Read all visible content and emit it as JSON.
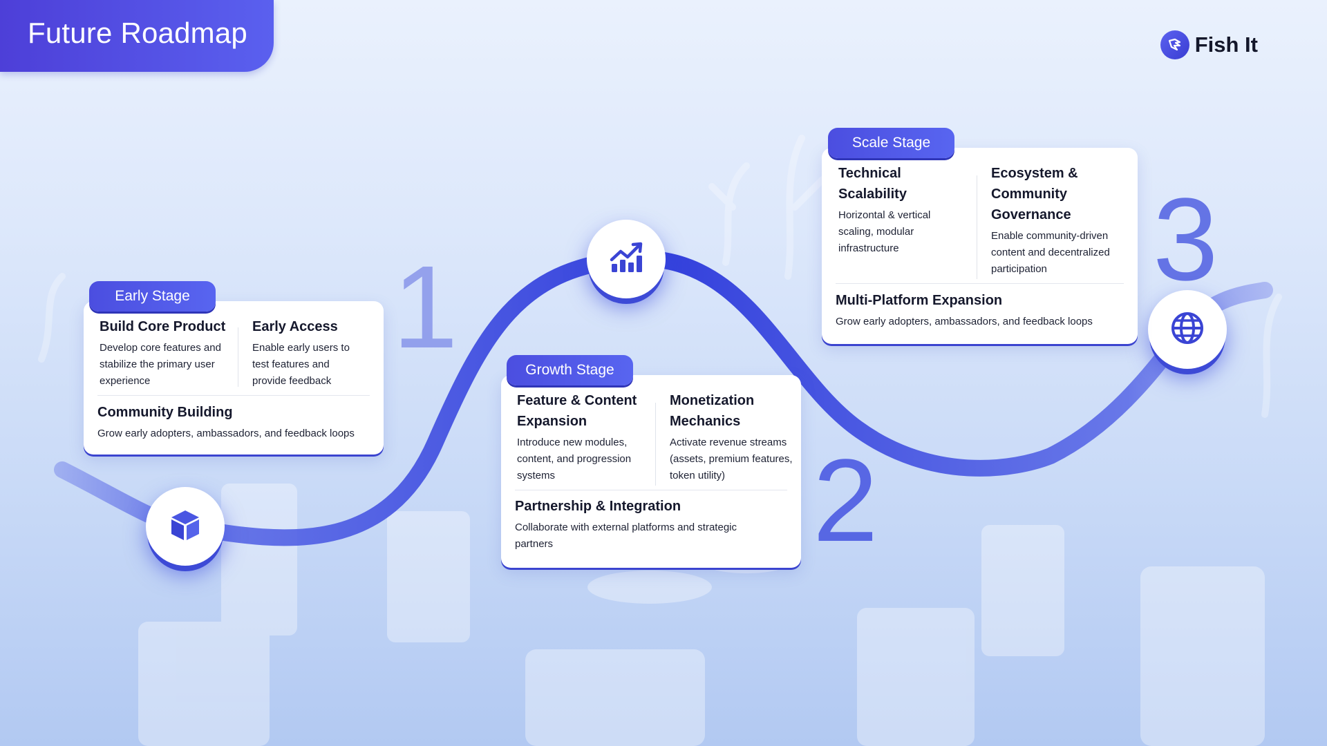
{
  "header": {
    "title": "Future Roadmap"
  },
  "brand": {
    "name": "Fish It",
    "icon": "fish-logo-icon"
  },
  "colors": {
    "accent": "#4a56e2",
    "accent_dark": "#2f3ad0",
    "card_bg": "#ffffff",
    "text": "#15182c"
  },
  "stages": [
    {
      "label": "Early Stage",
      "number": "1",
      "icon": "cube-icon",
      "items": [
        {
          "title": "Build Core Product",
          "desc": "Develop core features and stabilize the primary user experience"
        },
        {
          "title": "Early Access",
          "desc": "Enable early users to test features and provide feedback"
        },
        {
          "title": "Community Building",
          "desc": "Grow early adopters, ambassadors, and feedback loops"
        }
      ]
    },
    {
      "label": "Growth Stage",
      "number": "2",
      "icon": "growth-chart-icon",
      "items": [
        {
          "title": "Feature & Content Expansion",
          "desc": "Introduce new modules, content, and progression systems"
        },
        {
          "title": "Monetization Mechanics",
          "desc": "Activate revenue streams (assets, premium features, token utility)"
        },
        {
          "title": "Partnership & Integration",
          "desc": "Collaborate with external platforms and strategic partners"
        }
      ]
    },
    {
      "label": "Scale Stage",
      "number": "3",
      "icon": "globe-icon",
      "items": [
        {
          "title": "Technical Scalability",
          "desc": "Horizontal & vertical scaling, modular infrastructure"
        },
        {
          "title": "Ecosystem & Community Governance",
          "desc": "Enable community-driven content and decentralized participation"
        },
        {
          "title": "Multi-Platform Expansion",
          "desc": "Grow early adopters, ambassadors, and feedback loops"
        }
      ]
    }
  ]
}
